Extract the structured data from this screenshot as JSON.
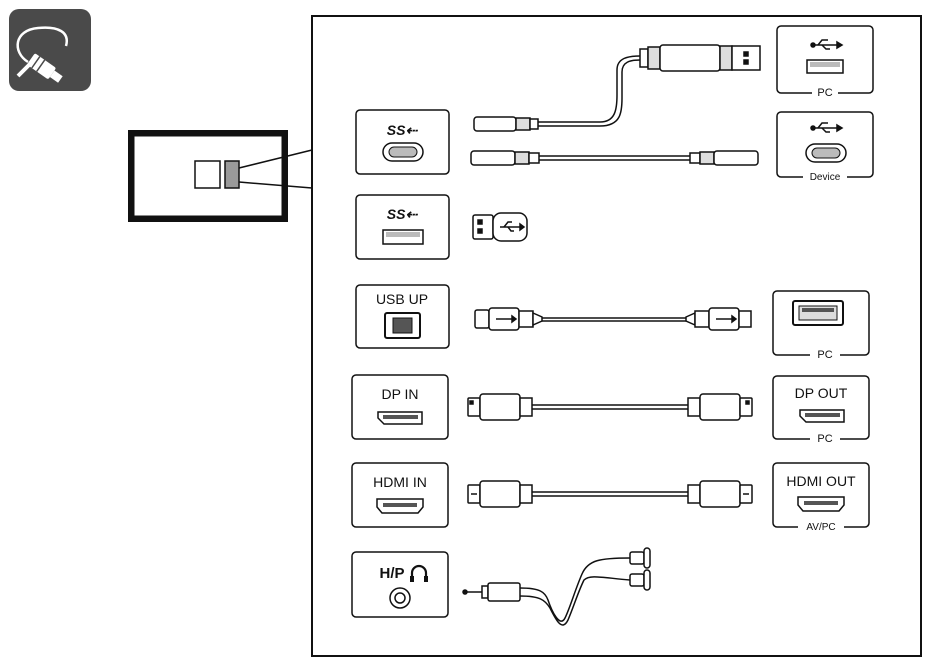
{
  "colors": {
    "stroke": "#1a1a1a",
    "icon_tile": "#4a4a4a",
    "port_fill": "#d9d9d9",
    "highlight_port": "#9a9a9a",
    "background": "#ffffff"
  },
  "icons": {
    "cable_tile": "cable-icon",
    "usb_symbol": "usb-trident-icon",
    "headphone": "headphone-icon"
  },
  "ports": {
    "usb_c_monitor": "SS⇠",
    "usb_a_monitor": "SS⇠",
    "usb_up": "USB UP",
    "dp_in": "DP IN",
    "hdmi_in": "HDMI IN",
    "hp": "H/P"
  },
  "devices": {
    "pc_usb_a": "PC",
    "device_usb_c": "Device",
    "pc_usb_up": "PC",
    "dp_out_title": "DP OUT",
    "dp_out_caption": "PC",
    "hdmi_out_title": "HDMI OUT",
    "hdmi_out_caption": "AV/PC"
  }
}
